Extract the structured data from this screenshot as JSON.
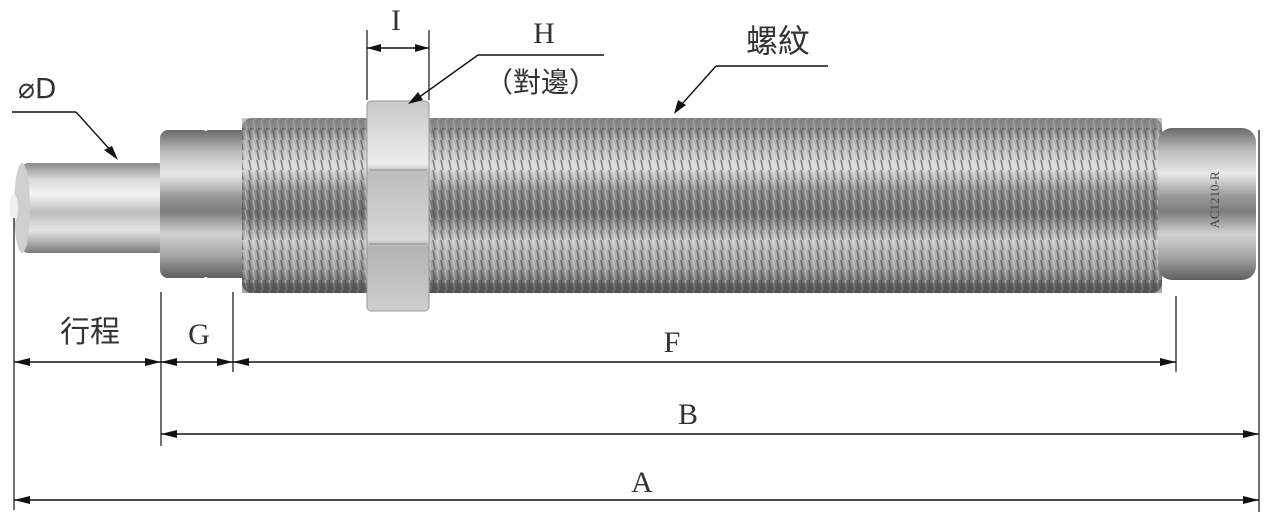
{
  "labels": {
    "diameter": "⌀D",
    "width_across_flats": "I",
    "hex_size": "H",
    "hex_note": "（對邊）",
    "thread": "螺紋",
    "stroke": "行程",
    "g_length": "G",
    "thread_length": "F",
    "body_length": "B",
    "total_length": "A",
    "engraving": "AC1210-R"
  },
  "colors": {
    "line": "#111111",
    "text": "#333333",
    "metal_dark": "#6e6e6e",
    "metal_light": "#e6e6e6",
    "nut_light": "#e4e4e4",
    "nut_dark": "#b8b8b8"
  }
}
